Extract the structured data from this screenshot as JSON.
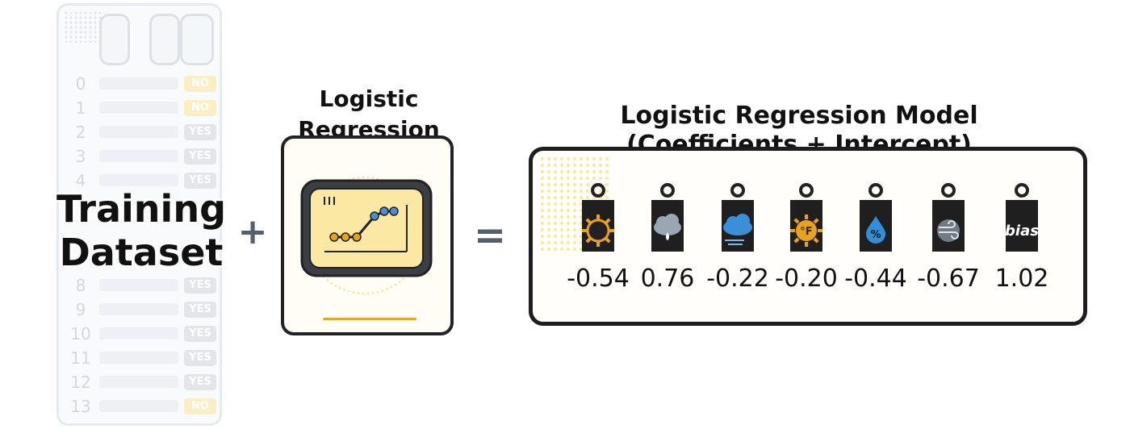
{
  "dataset": {
    "title": "Training Dataset",
    "rows": [
      {
        "index": "0",
        "label": "NO"
      },
      {
        "index": "1",
        "label": "NO"
      },
      {
        "index": "2",
        "label": "YES"
      },
      {
        "index": "3",
        "label": "YES"
      },
      {
        "index": "4",
        "label": "YES"
      },
      {
        "index": "8",
        "label": "YES"
      },
      {
        "index": "9",
        "label": "YES"
      },
      {
        "index": "10",
        "label": "YES"
      },
      {
        "index": "11",
        "label": "YES"
      },
      {
        "index": "12",
        "label": "YES"
      },
      {
        "index": "13",
        "label": "NO"
      }
    ]
  },
  "operators": {
    "plus": "+",
    "equals": "="
  },
  "algorithm": {
    "title": "Logistic Regression"
  },
  "model": {
    "title": "Logistic Regression Model",
    "subtitle": "(Coefficients + Intercept)",
    "coefficients": [
      {
        "icon": "sun-icon",
        "value": "-0.54"
      },
      {
        "icon": "cloud-rain-icon",
        "value": "0.76"
      },
      {
        "icon": "cloud-wind-icon",
        "value": "-0.22"
      },
      {
        "icon": "temperature-icon",
        "value": "-0.20"
      },
      {
        "icon": "humidity-icon",
        "value": "-0.44"
      },
      {
        "icon": "wind-icon",
        "value": "-0.67"
      },
      {
        "icon": "bias-icon",
        "value": "1.02",
        "text": "bias"
      }
    ]
  },
  "colors": {
    "accent": "#e0a92a",
    "tag": "#1f1f1f",
    "sun": "#e8a21c",
    "water": "#2f8fd8"
  }
}
